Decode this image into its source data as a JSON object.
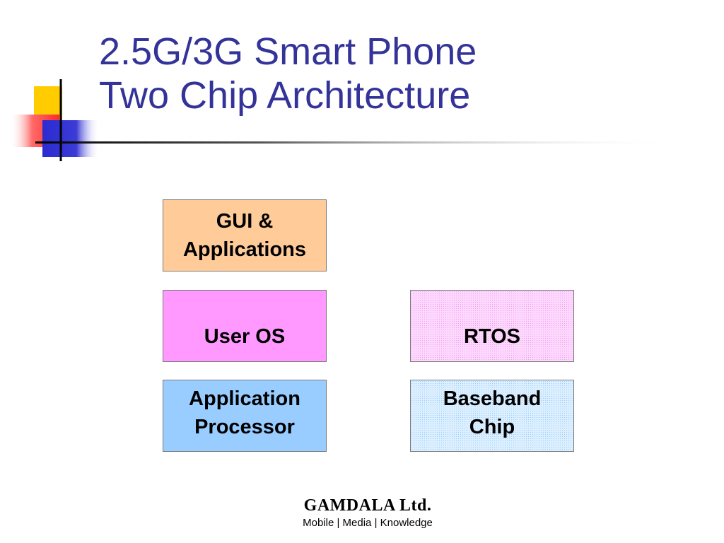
{
  "slide": {
    "title_lines": [
      "2.5G/3G Smart Phone",
      "Two Chip Architecture"
    ],
    "title_color": "#333399"
  },
  "diagram": {
    "gui_box": {
      "lines": [
        "GUI &",
        "Applications"
      ],
      "color": "#ffcc99"
    },
    "user_os_box": {
      "label": "User OS",
      "color": "#ff99ff"
    },
    "rtos_box": {
      "label": "RTOS",
      "color": "#fdd8fd"
    },
    "app_processor_box": {
      "lines": [
        "Application",
        "Processor"
      ],
      "color": "#99ccff"
    },
    "baseband_box": {
      "lines": [
        "Baseband",
        "Chip"
      ],
      "color": "#dcefff"
    }
  },
  "footer": {
    "company": "GAMDALA Ltd.",
    "tagline": "Mobile | Media | Knowledge"
  },
  "decoration": {
    "accent_colors": [
      "#ffcc00",
      "#ff3333",
      "#3333cc",
      "#000000"
    ]
  }
}
